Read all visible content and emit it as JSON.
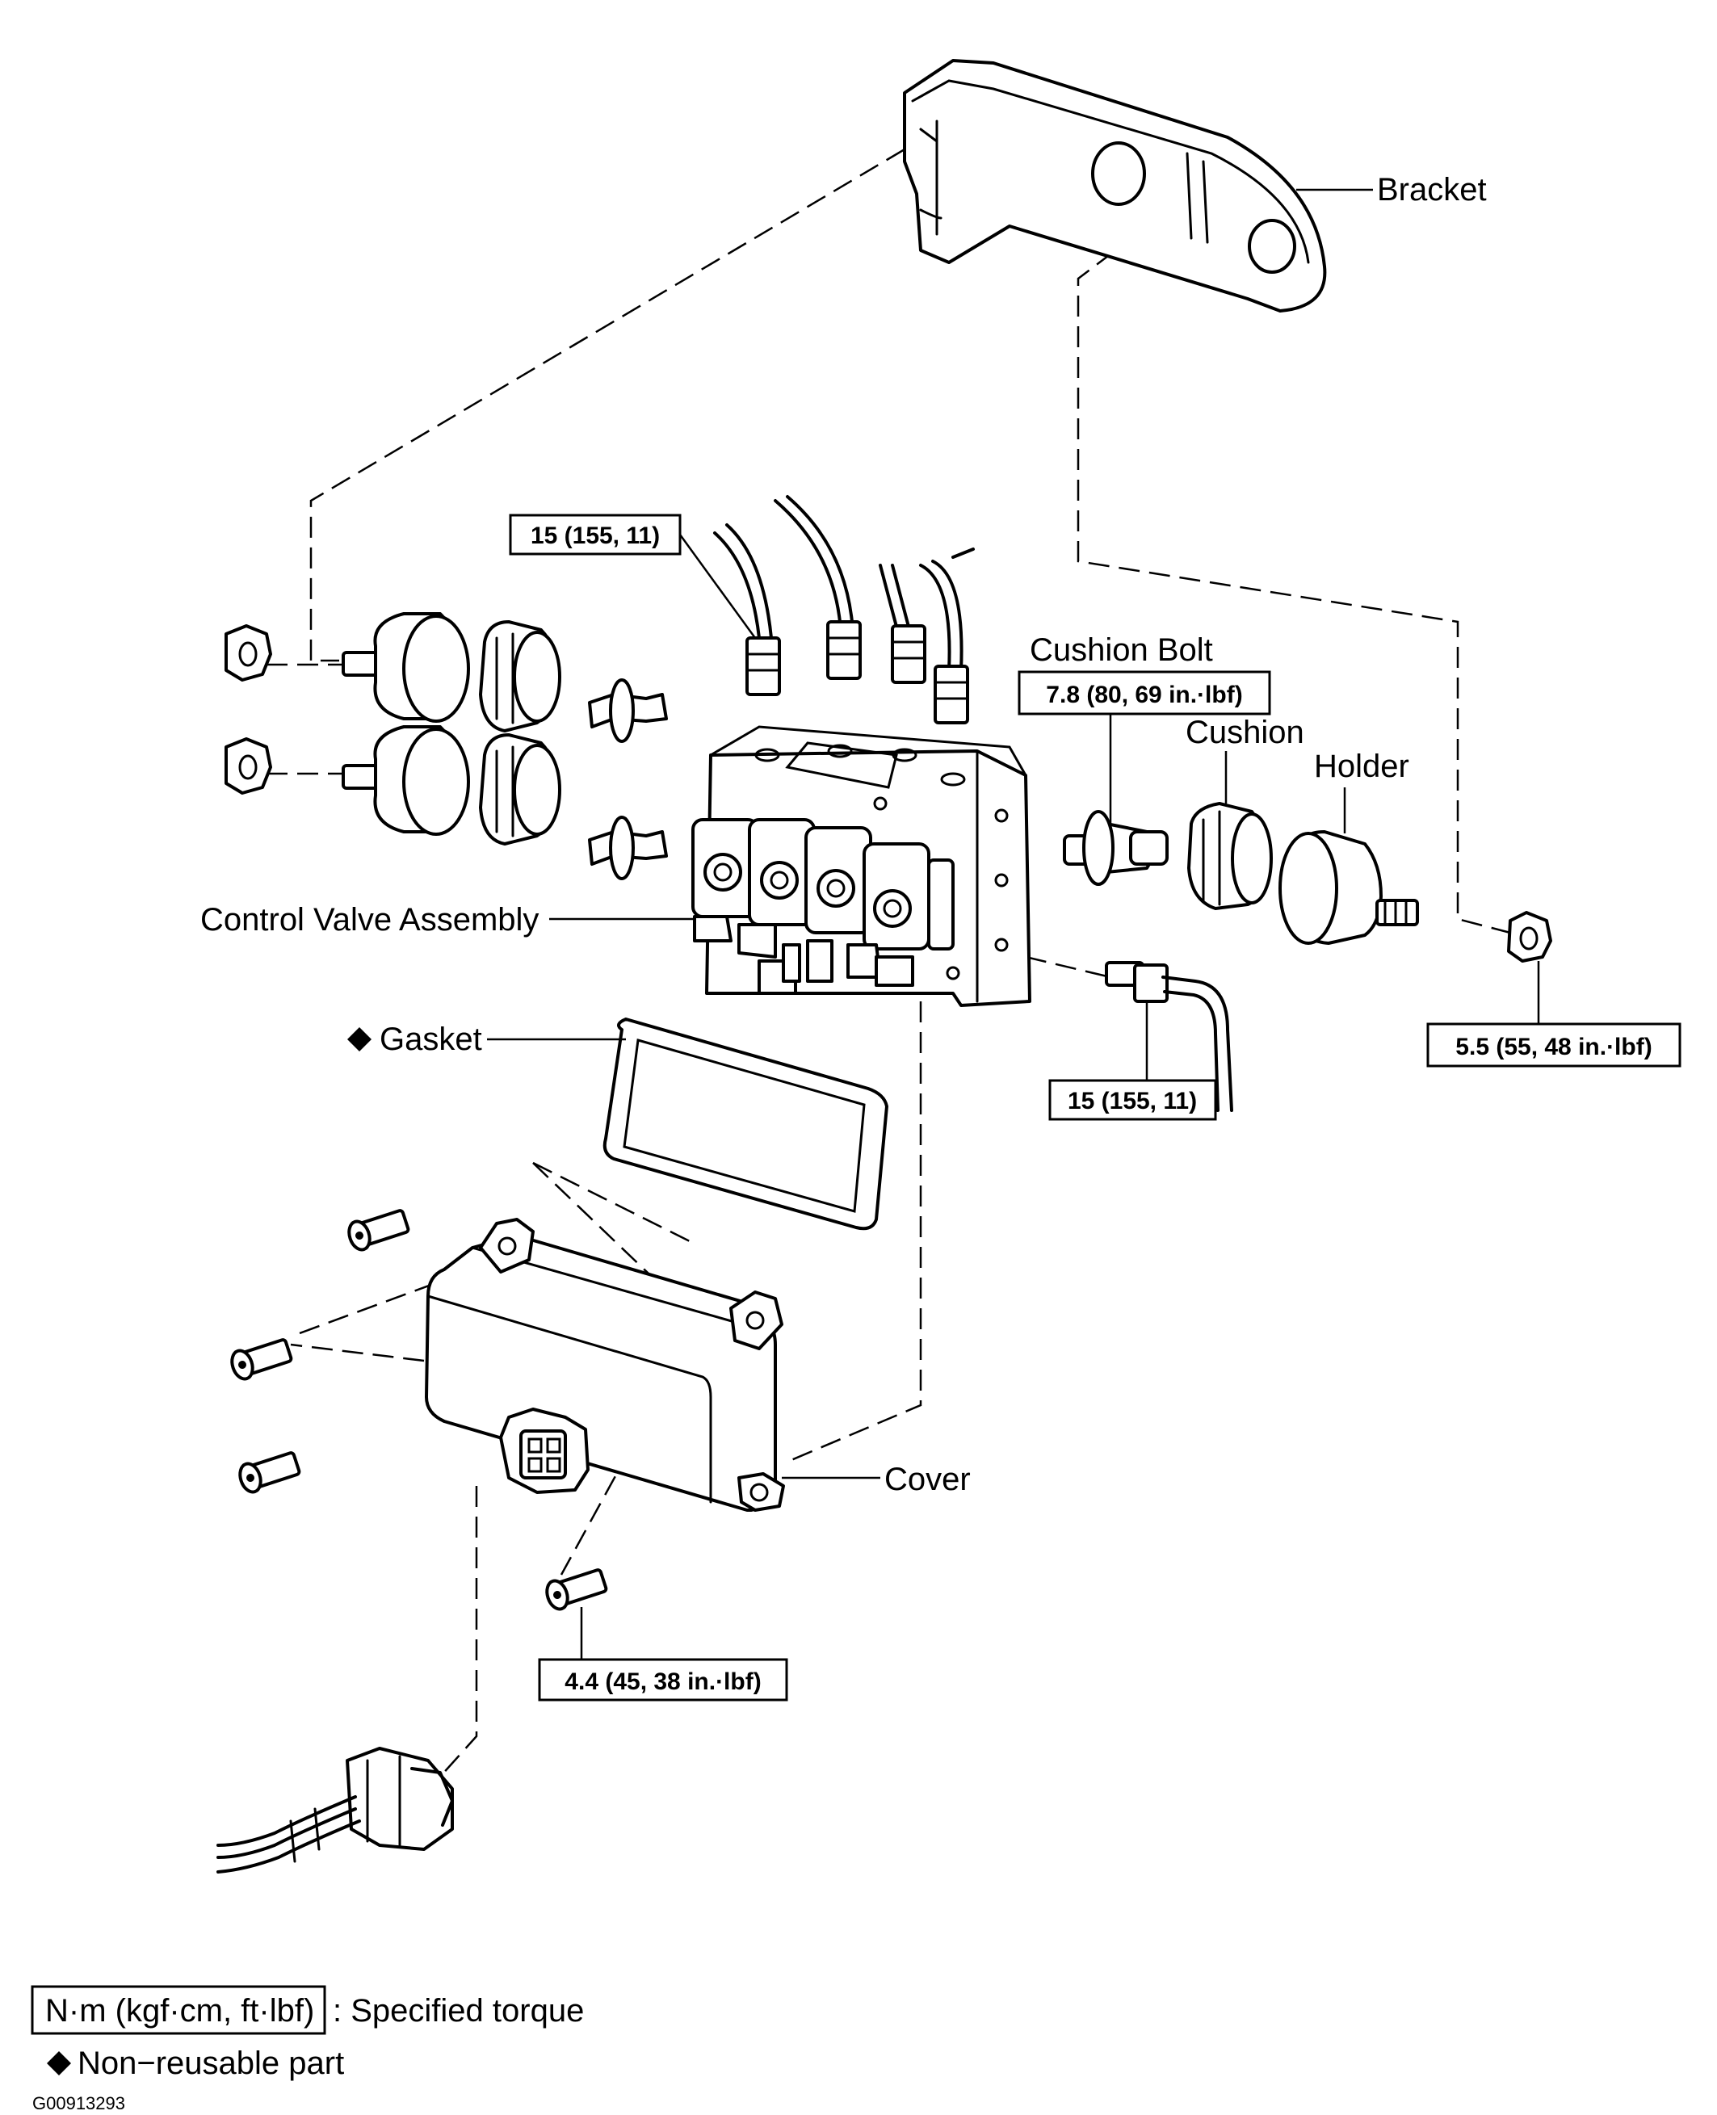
{
  "labels": {
    "bracket": "Bracket",
    "cushion_bolt": "Cushion Bolt",
    "cushion": "Cushion",
    "holder": "Holder",
    "control_valve_assembly": "Control Valve Assembly",
    "gasket": "Gasket",
    "cover": "Cover"
  },
  "torque": {
    "pipe_upper": "15 (155, 11)",
    "pipe_lower": "15 (155, 11)",
    "cushion_bolt": "7.8 (80, 69 in.·lbf)",
    "nut": "5.5 (55, 48 in.·lbf)",
    "cover_screw": "4.4 (45, 38 in.·lbf)"
  },
  "legend": {
    "torque_unit": "N·m (kgf·cm, ft·lbf)",
    "torque_desc": ": Specified torque",
    "non_reusable": "Non−reusable part"
  },
  "figure_code": "G00913293",
  "icons": {
    "non_reusable_marker": "black-diamond-icon"
  }
}
